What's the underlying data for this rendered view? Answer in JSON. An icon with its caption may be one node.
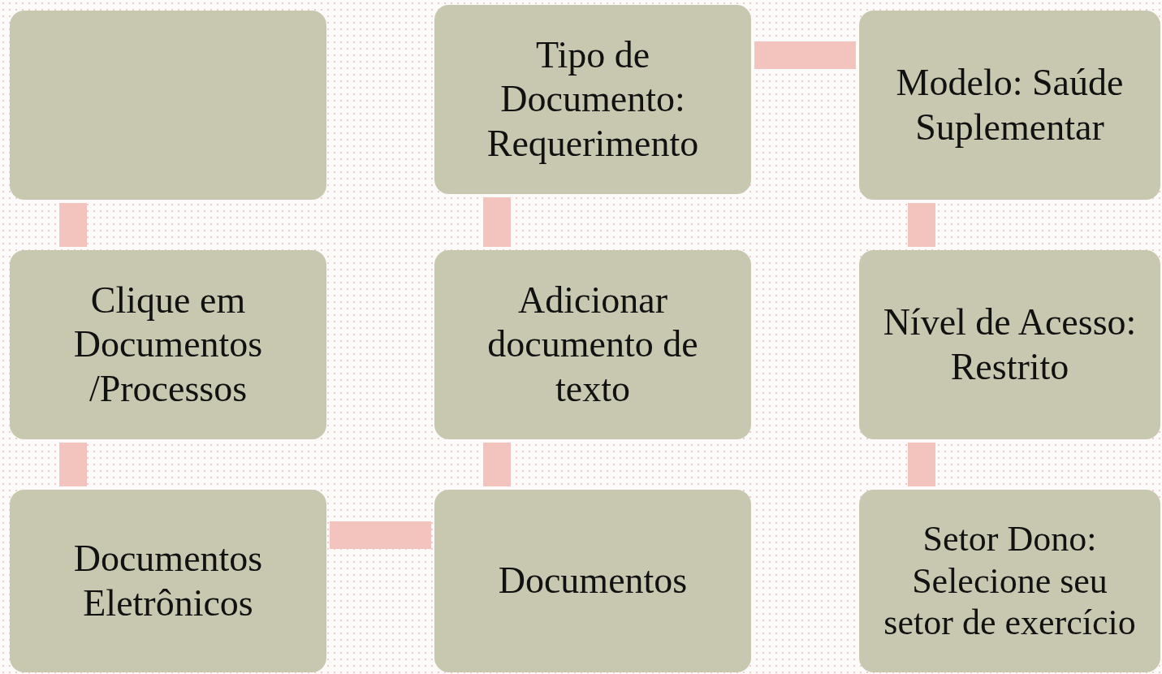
{
  "diagram": {
    "nodes": [
      {
        "text": [],
        "shape": "box"
      },
      {
        "text": [
          "Clique em Documentos /Processos"
        ]
      },
      {
        "text": [
          "Documentos Eletrônicos"
        ]
      },
      {
        "text": [
          "Documentos"
        ]
      },
      {
        "text": [
          "Adicionar documento de texto"
        ]
      },
      {
        "text": [
          "Tipo de Documento: Requerimento"
        ]
      },
      {
        "text": [
          "Modelo: Saúde Suplementar"
        ]
      },
      {
        "text": [
          "Nível de Acesso: Restrito"
        ]
      },
      {
        "text": [
          "Setor Dono: Selecione seu setor de exercício"
        ]
      }
    ],
    "edges": [
      {
        "from": 0,
        "to": 1,
        "arrow": "none"
      },
      {
        "from": 1,
        "to": 2,
        "arrow": "none"
      },
      {
        "from": 2,
        "to": 3,
        "arrow": "none"
      },
      {
        "from": 3,
        "to": 4,
        "arrow": "none"
      },
      {
        "from": 4,
        "to": 5,
        "arrow": "none"
      },
      {
        "from": 5,
        "to": 6,
        "arrow": "none"
      },
      {
        "from": 6,
        "to": 7,
        "arrow": "none"
      },
      {
        "from": 7,
        "to": 8,
        "arrow": "none"
      }
    ]
  }
}
